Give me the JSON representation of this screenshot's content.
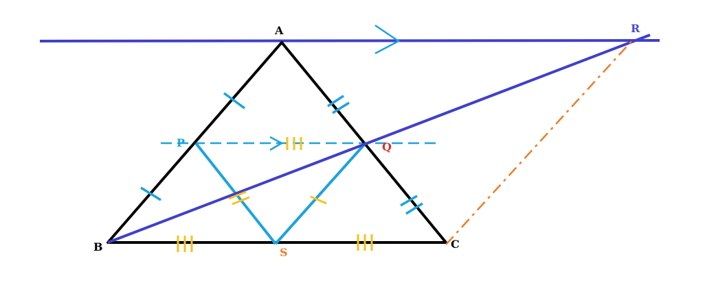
{
  "points": {
    "A": {
      "label": "A",
      "color": "#000000"
    },
    "B": {
      "label": "B",
      "color": "#000000"
    },
    "C": {
      "label": "C",
      "color": "#000000"
    },
    "P": {
      "label": "P",
      "color": "#1aa3e0"
    },
    "Q": {
      "label": "Q",
      "color": "#d6322c"
    },
    "R": {
      "label": "R",
      "color": "#4a4ad0"
    },
    "S": {
      "label": "S",
      "color": "#f07c24"
    }
  },
  "colors": {
    "triangle": "#000000",
    "parallel_line": "#4040c8",
    "midsegment": "#1aa3e0",
    "dashed_cr": "#f07c24",
    "tick_blue": "#1aa3e0",
    "tick_yellow": "#f7c21a"
  }
}
